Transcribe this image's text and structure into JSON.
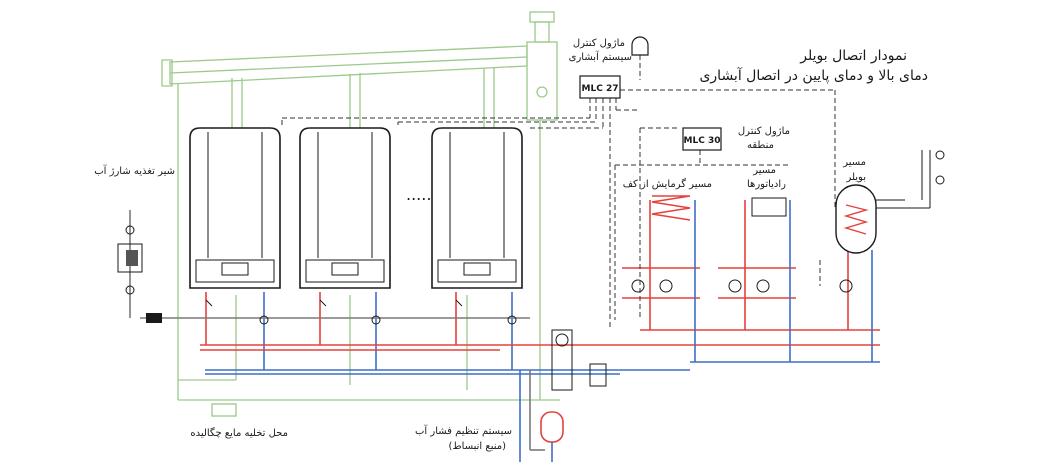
{
  "title": {
    "line1": "نمودار اتصال بویلر",
    "line2": "دمای بالا و دمای پایین در اتصال آبشاری"
  },
  "modules": {
    "cascade_label_1": "ماژول کنترل",
    "cascade_label_2": "سیستم آبشاری",
    "cascade_code": "MLC 27",
    "zone_code": "MLC 30",
    "zone_label_1": "ماژول کنترل",
    "zone_label_2": "منطقه"
  },
  "circuits": {
    "floor_heating": "مسیر گرمایش از کف",
    "radiators_1": "مسیر",
    "radiators_2": "رادیاتورها",
    "boiler_1": "مسیر",
    "boiler_2": "بویلر"
  },
  "labels": {
    "fill_valve": "شیر تغذیه شارژ آب",
    "drain": "محل تخلیه مایع چگالیده",
    "pressure_1": "سیستم تنظیم فشار آب",
    "pressure_2": "(منبع انبساط)",
    "ellipsis": "....."
  },
  "colors": {
    "hot": "#e5403c",
    "cold": "#3d6ec9",
    "flue": "#9cc98c",
    "control": "#333333"
  }
}
